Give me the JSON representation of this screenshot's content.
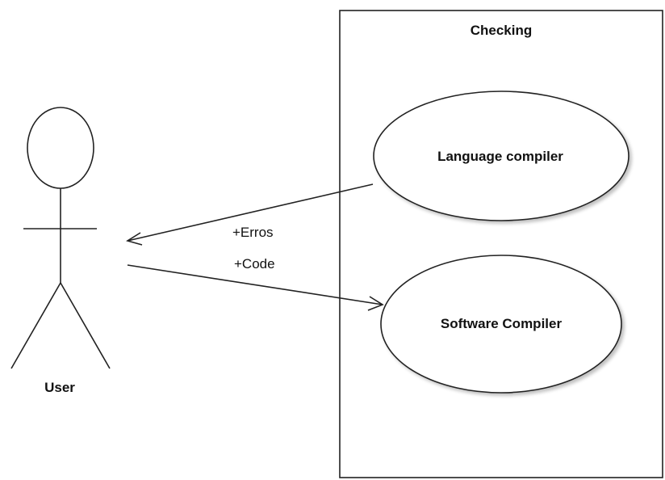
{
  "diagram": {
    "system_boundary": {
      "title": "Checking"
    },
    "actor": {
      "name": "User"
    },
    "use_cases": [
      {
        "name": "Language compiler"
      },
      {
        "name": "Software Compiler"
      }
    ],
    "associations": [
      {
        "from": "Language compiler",
        "to": "User",
        "label": "+Erros"
      },
      {
        "from": "User",
        "to": "Software Compiler",
        "label": "+Code"
      }
    ]
  }
}
